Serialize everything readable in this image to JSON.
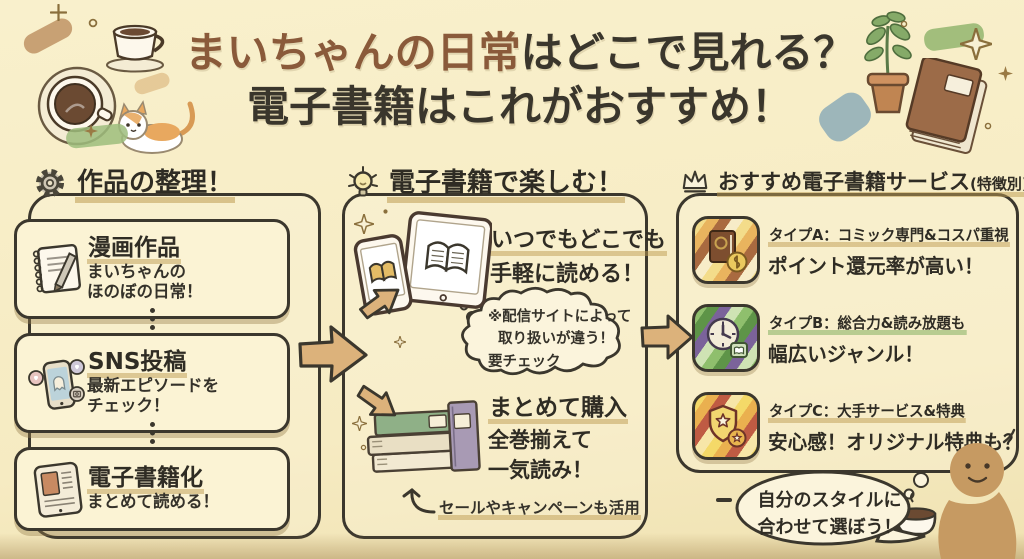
{
  "title": {
    "highlight": "まいちゃんの日常",
    "rest": "はどこで見れる？",
    "line2": "電子書籍はこれがおすすめ！"
  },
  "organize": {
    "header": "作品の整理！",
    "items": [
      {
        "icon": "notebook-pencil-icon",
        "title": "漫画作品",
        "line1": "まいちゃんの",
        "line2": "ほのぼの日常！"
      },
      {
        "icon": "smartphone-sns-icon",
        "title": "SNS投稿",
        "line1": "最新エピソードを",
        "line2": "チェック！"
      },
      {
        "icon": "ereader-tablet-icon",
        "title": "電子書籍化",
        "line1": "まとめて読める！",
        "line2": ""
      }
    ]
  },
  "enjoy": {
    "header": "電子書籍で楽しむ！",
    "read_anywhere_line1": "いつでもどこでも",
    "read_anywhere_line2": "手軽に読める！",
    "note_line1": "※配信サイトによって",
    "note_line2": "取り扱いが違う！",
    "note_line3": "要チェック",
    "bulk_title": "まとめて購入",
    "bulk_line1": "全巻揃えて",
    "bulk_line2": "一気読み！",
    "sale_note": "セールやキャンペーンも活用"
  },
  "services": {
    "header": "おすすめ電子書籍サービス",
    "header_paren": "(特徴別)",
    "header_bang": "！",
    "items": [
      {
        "icon": "book-coin-icon",
        "type": "タイプA：コミック専門&コスパ重視",
        "benefit": "ポイント還元率が高い！"
      },
      {
        "icon": "clock-book-icon",
        "type": "タイプB：総合力&読み放題も",
        "benefit": "幅広いジャンル！"
      },
      {
        "icon": "shield-star-icon",
        "type": "タイプC：大手サービス&特典",
        "benefit": "安心感！オリジナル特典も？"
      }
    ]
  },
  "footer": {
    "bubble_line1": "自分のスタイルに",
    "bubble_line2": "合わせて選ぼう！"
  },
  "decorations": [
    "coffee-cup-top-icon",
    "coffee-cup-side-icon",
    "cat-icon",
    "plant-pot-icon",
    "brown-book-icon",
    "sparkle-icon",
    "character-with-coffee"
  ],
  "colors": {
    "background": "#f7edc6",
    "ink": "#3b372d",
    "title_highlight": "#8a5a3a",
    "underline_tan": "#be9c52",
    "underline_green": "#8db56a",
    "arrow": "#dcb27b",
    "box_bg": "#fbf3d4",
    "icon_a_stripes": [
      "#f3dc8a",
      "#e9b45e",
      "#a96a40",
      "#f7ecc8"
    ],
    "icon_b_stripes": [
      "#8fbf6d",
      "#5e9448",
      "#7b639a",
      "#cfe3b4"
    ],
    "icon_c_stripes": [
      "#f4d968",
      "#eab04f",
      "#bf5b43",
      "#f7e6a8"
    ],
    "character_skin": "#c69a62"
  }
}
